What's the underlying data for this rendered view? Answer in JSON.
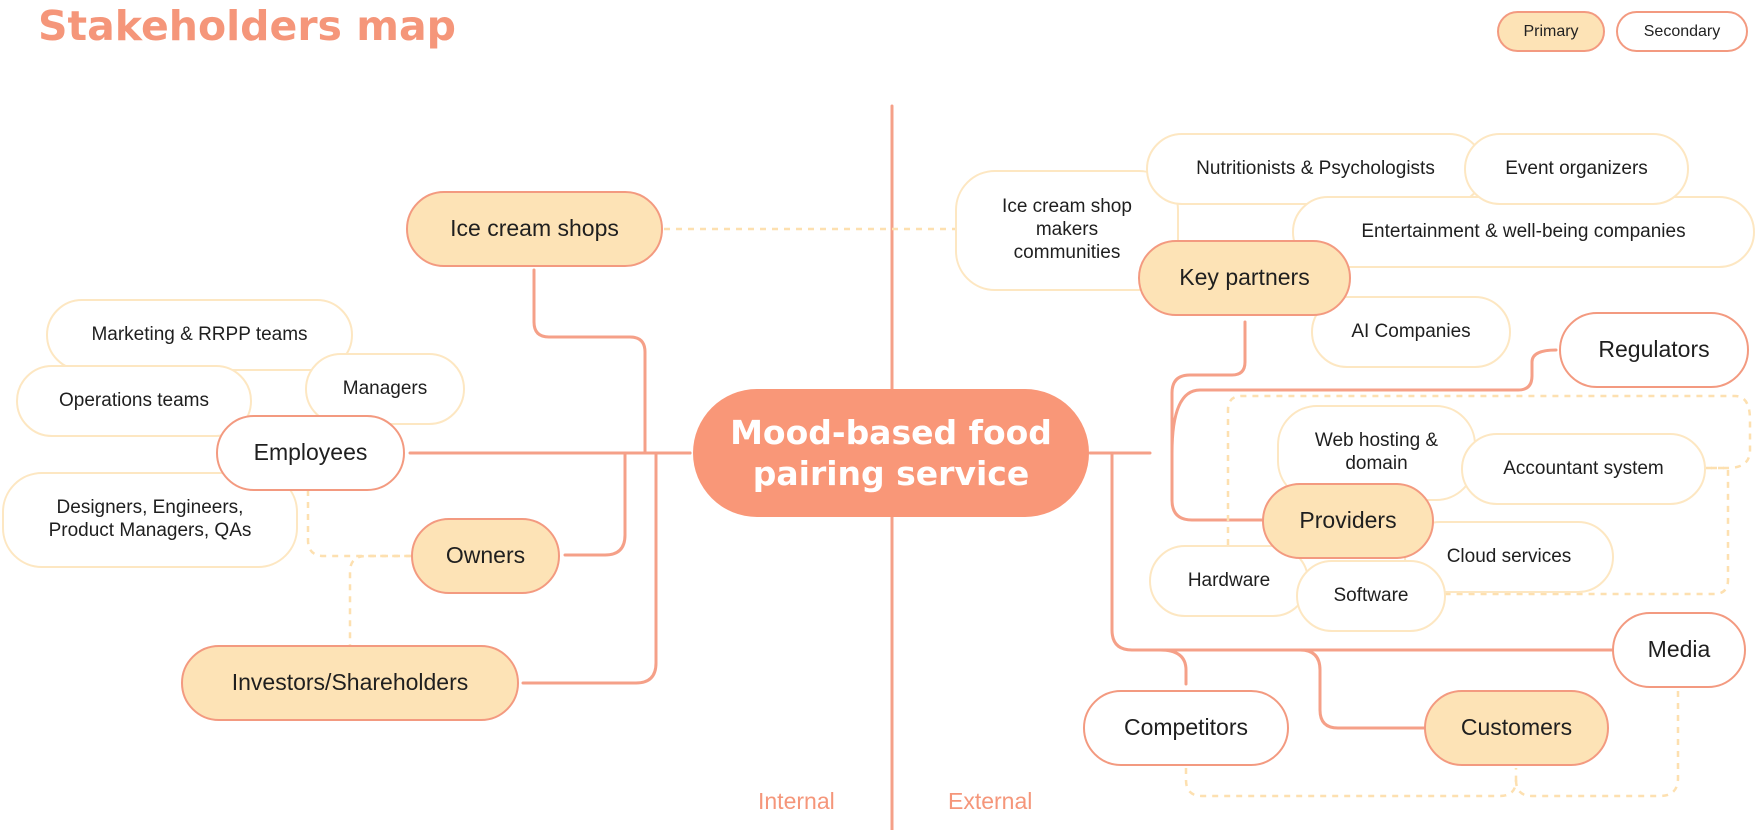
{
  "title": "Stakeholders map",
  "legend": {
    "primary": "Primary",
    "secondary": "Secondary"
  },
  "center": "Mood-based food pairing service",
  "sides": {
    "internal": "Internal",
    "external": "External"
  },
  "internal": {
    "ice_cream_shops": "Ice cream shops",
    "employees": "Employees",
    "owners": "Owners",
    "investors": "Investors/Shareholders",
    "employee_groups": {
      "marketing": "Marketing & RRPP teams",
      "managers": "Managers",
      "operations": "Operations teams",
      "designers": "Designers, Engineers, Product Managers, QAs"
    }
  },
  "external": {
    "key_partners": "Key partners",
    "providers": "Providers",
    "customers": "Customers",
    "regulators": "Regulators",
    "media": "Media",
    "competitors": "Competitors",
    "partners": {
      "ice_cream_communities": "Ice cream shop makers communities",
      "nutritionists": "Nutritionists & Psychologists",
      "event_organizers": "Event organizers",
      "entertainment": "Entertainment & well-being companies",
      "ai_companies": "AI Companies"
    },
    "provider_items": {
      "web_hosting": "Web hosting & domain",
      "accountant": "Accountant system",
      "cloud": "Cloud services",
      "hardware": "Hardware",
      "software": "Software"
    }
  },
  "colors": {
    "accent": "#f99778",
    "line": "#f39a80",
    "primary_fill": "#fde3b6",
    "dashed": "#fde0b0"
  }
}
